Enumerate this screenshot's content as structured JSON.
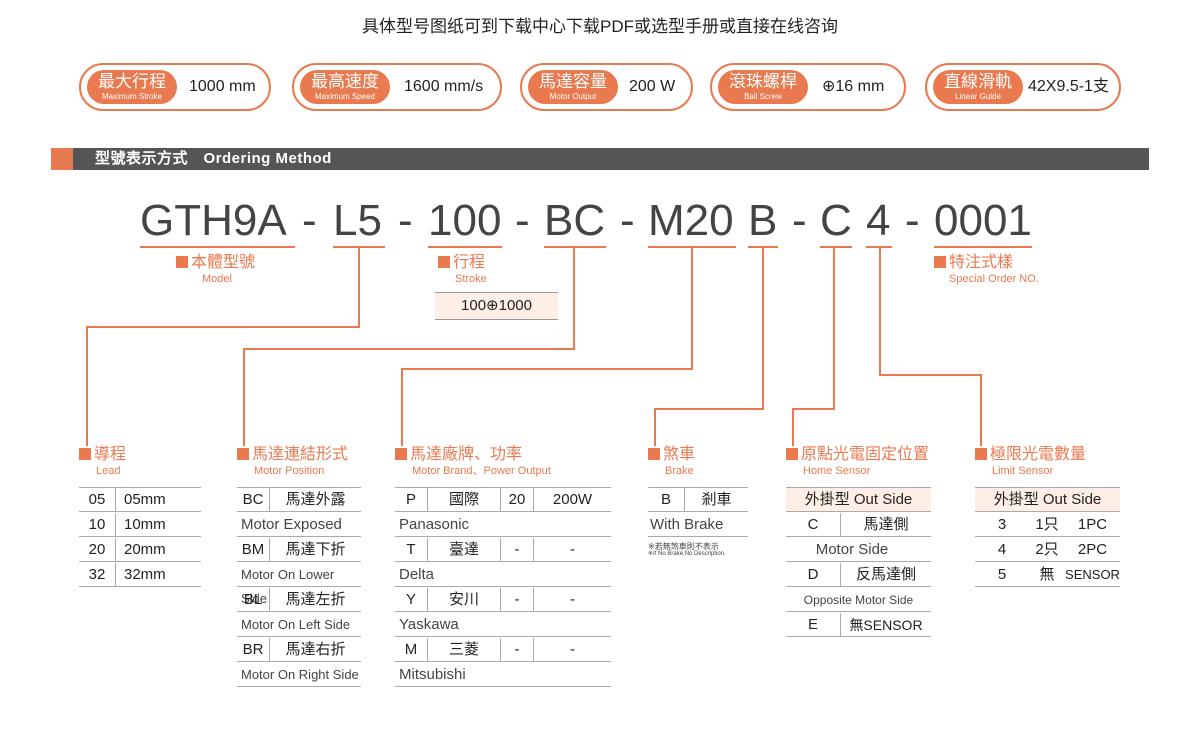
{
  "top_note": "具体型号图纸可到下载中心下载PDF或选型手册或直接在线咨询",
  "specs": [
    {
      "zh": "最大行程",
      "en": "Maximum Stroke",
      "value": "1000 mm"
    },
    {
      "zh": "最高速度",
      "en": "Maximum Speed",
      "value": "1600 mm/s"
    },
    {
      "zh": "馬達容量",
      "en": "Motor Output",
      "value": "200 W"
    },
    {
      "zh": "滾珠螺桿",
      "en": "Ball Screw",
      "value": "⊕16 mm"
    },
    {
      "zh": "直線滑軌",
      "en": "Linear Guide",
      "value": "42X9.5-1支"
    }
  ],
  "section_title": "型號表示方式　Ordering Method",
  "code": {
    "model": "GTH9A",
    "d1": "-",
    "lead": "L5",
    "d2": "-",
    "stroke": "100",
    "d3": "-",
    "brand": "BC",
    "d4": "-",
    "output": "M20",
    "brake": "B",
    "d5": "-",
    "home": "C",
    "limit": "4",
    "d6": "-",
    "special": "0001"
  },
  "labels": {
    "model": {
      "zh": "本體型號",
      "en": "Model"
    },
    "stroke": {
      "zh": "行程",
      "en": "Stroke",
      "range": "100⊕1000"
    },
    "special": {
      "zh": "特注式樣",
      "en": "Special Order NO."
    },
    "lead": {
      "zh": "導程",
      "en": "Lead"
    },
    "motor_pos": {
      "zh": "馬達連結形式",
      "en": "Motor Position"
    },
    "brand": {
      "zh": "馬達廠牌、功率",
      "en": "Motor Brand、Power Output"
    },
    "brake": {
      "zh": "煞車",
      "en": "Brake"
    },
    "home": {
      "zh": "原點光電固定位置",
      "en": "Home Sensor"
    },
    "limit": {
      "zh": "極限光電數量",
      "en": "Limit Sensor"
    }
  },
  "lead_table": [
    {
      "code": "05",
      "value": "05mm"
    },
    {
      "code": "10",
      "value": "10mm"
    },
    {
      "code": "20",
      "value": "20mm"
    },
    {
      "code": "32",
      "value": "32mm"
    }
  ],
  "motor_pos_table": [
    {
      "code": "BC",
      "zh": "馬達外露",
      "en": "Motor Exposed"
    },
    {
      "code": "BM",
      "zh": "馬達下折",
      "en": "Motor On Lower Side"
    },
    {
      "code": "BL",
      "zh": "馬達左折",
      "en": "Motor On Left Side"
    },
    {
      "code": "BR",
      "zh": "馬達右折",
      "en": "Motor On Right Side"
    }
  ],
  "brand_table": [
    {
      "code": "P",
      "zh": "國際",
      "pcode": "20",
      "power": "200W",
      "en": "Panasonic"
    },
    {
      "code": "T",
      "zh": "臺達",
      "pcode": "-",
      "power": "-",
      "en": "Delta"
    },
    {
      "code": "Y",
      "zh": "安川",
      "pcode": "-",
      "power": "-",
      "en": "Yaskawa"
    },
    {
      "code": "M",
      "zh": "三菱",
      "pcode": "-",
      "power": "-",
      "en": "Mitsubishi"
    }
  ],
  "brake_table": {
    "code": "B",
    "zh": "剎車",
    "en": "With Brake",
    "note_zh": "※若無煞車則不表示",
    "note_en": "※If No Brake,No Description."
  },
  "home_table": {
    "header": "外掛型 Out Side",
    "rows": [
      {
        "code": "C",
        "zh": "馬達側",
        "en": "Motor Side"
      },
      {
        "code": "D",
        "zh": "反馬達側",
        "en": "Opposite Motor Side"
      },
      {
        "code": "E",
        "zh": "無SENSOR",
        "en": ""
      }
    ]
  },
  "limit_table": {
    "header": "外掛型 Out Side",
    "rows": [
      {
        "code": "3",
        "zh": "1只",
        "en": "1PC"
      },
      {
        "code": "4",
        "zh": "2只",
        "en": "2PC"
      },
      {
        "code": "5",
        "zh": "無",
        "en": "SENSOR"
      }
    ]
  },
  "colors": {
    "accent": "#e9794f",
    "bar": "#555555",
    "header_bg": "#fdeee6"
  }
}
